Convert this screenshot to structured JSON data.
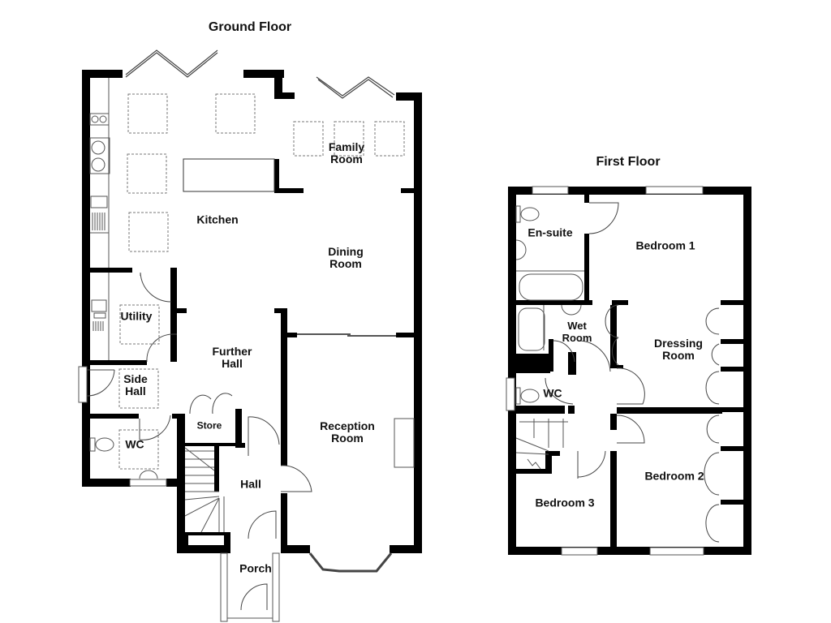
{
  "titles": {
    "ground_floor": "Ground Floor",
    "first_floor": "First Floor"
  },
  "ground_floor": {
    "rooms": [
      {
        "id": "kitchen",
        "label": "Kitchen"
      },
      {
        "id": "family-room",
        "label": "Family\nRoom"
      },
      {
        "id": "dining-room",
        "label": "Dining\nRoom"
      },
      {
        "id": "utility",
        "label": "Utility"
      },
      {
        "id": "further-hall",
        "label": "Further\nHall"
      },
      {
        "id": "side-hall",
        "label": "Side\nHall"
      },
      {
        "id": "store",
        "label": "Store"
      },
      {
        "id": "wc",
        "label": "WC"
      },
      {
        "id": "reception-room",
        "label": "Reception\nRoom"
      },
      {
        "id": "hall",
        "label": "Hall"
      },
      {
        "id": "porch",
        "label": "Porch"
      }
    ]
  },
  "first_floor": {
    "rooms": [
      {
        "id": "en-suite",
        "label": "En-suite"
      },
      {
        "id": "bedroom-1",
        "label": "Bedroom 1"
      },
      {
        "id": "wet-room",
        "label": "Wet\nRoom"
      },
      {
        "id": "dressing-room",
        "label": "Dressing\nRoom"
      },
      {
        "id": "wc",
        "label": "WC"
      },
      {
        "id": "bedroom-2",
        "label": "Bedroom 2"
      },
      {
        "id": "bedroom-3",
        "label": "Bedroom 3"
      }
    ]
  },
  "colors": {
    "wall": "#000000",
    "background": "#ffffff",
    "fixture_line": "#555555",
    "dashed_furniture": "#777777"
  }
}
